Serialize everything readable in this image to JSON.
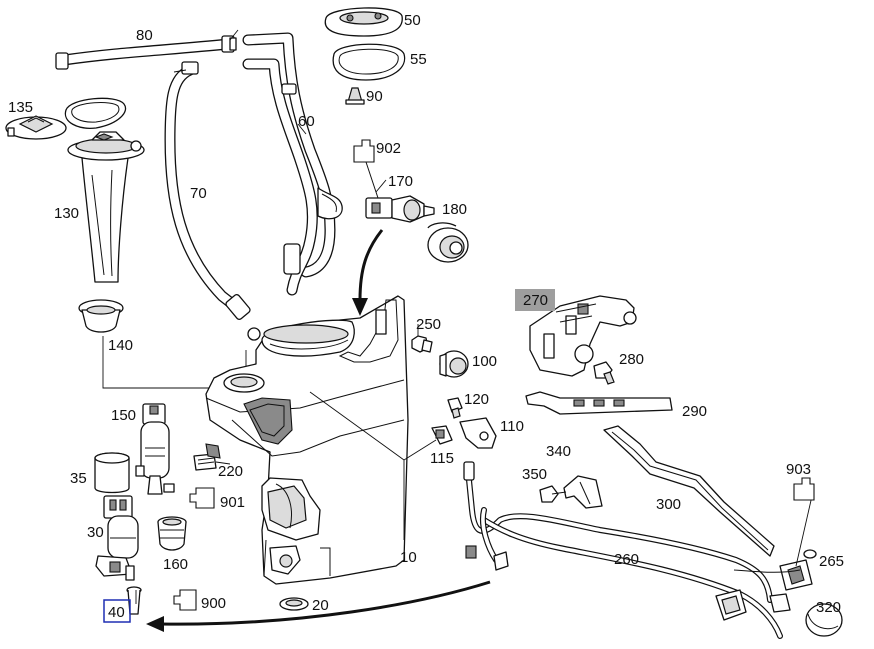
{
  "callouts": {
    "c10": "10",
    "c20": "20",
    "c30": "30",
    "c35": "35",
    "c40": "40",
    "c50": "50",
    "c55": "55",
    "c60": "60",
    "c70": "70",
    "c80": "80",
    "c90": "90",
    "c100": "100",
    "c110": "110",
    "c115": "115",
    "c120": "120",
    "c130": "130",
    "c135": "135",
    "c140": "140",
    "c150": "150",
    "c160": "160",
    "c170": "170",
    "c180": "180",
    "c220": "220",
    "c250": "250",
    "c260": "260",
    "c265": "265",
    "c270": "270",
    "c280": "280",
    "c290": "290",
    "c300": "300",
    "c320": "320",
    "c340": "340",
    "c350": "350",
    "c900": "900",
    "c901": "901",
    "c902": "902",
    "c903": "903"
  },
  "highlight": {
    "box_color": "#1f2fb3",
    "grey_label_color": "#9e9e9e"
  }
}
